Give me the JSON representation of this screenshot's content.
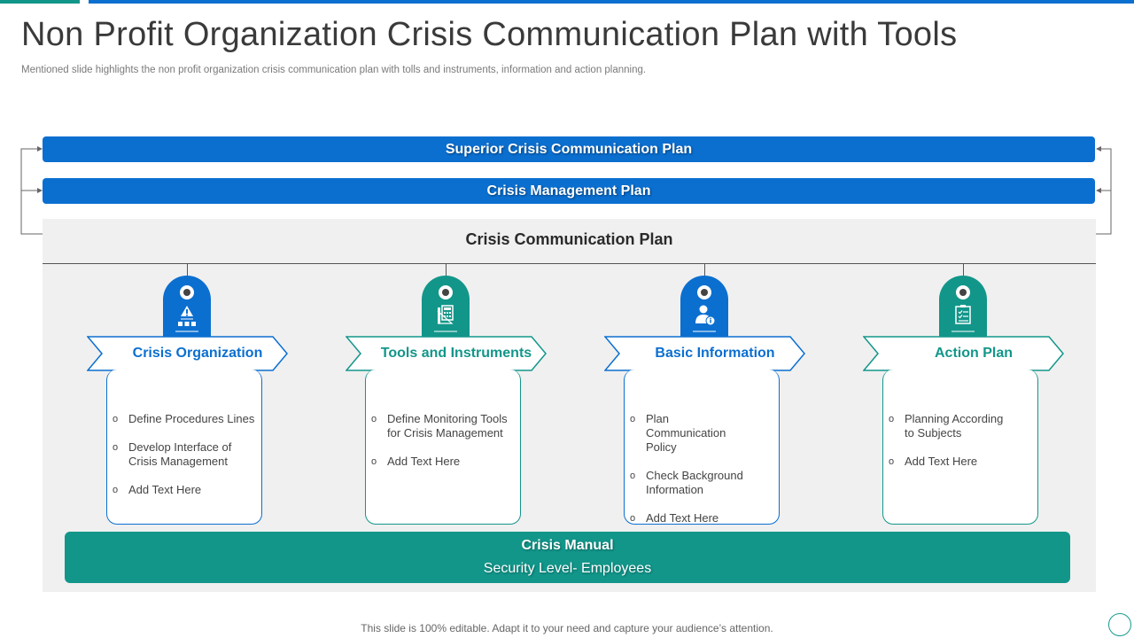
{
  "header": {
    "title": "Non Profit Organization Crisis Communication Plan with Tools",
    "subtitle": "Mentioned slide highlights the non profit organization crisis communication plan with tolls and instruments, information and action planning."
  },
  "bars": {
    "superior": "Superior Crisis Communication Plan",
    "management": "Crisis Management Plan"
  },
  "panel": {
    "title": "Crisis Communication Plan"
  },
  "columns": [
    {
      "title": "Crisis Organization",
      "color": "#0b6fd0",
      "icon": "warning-network-icon",
      "items": [
        "Define Procedures Lines",
        "Develop Interface of Crisis Management",
        "Add Text Here"
      ]
    },
    {
      "title": "Tools and Instruments",
      "color": "#12968a",
      "icon": "tools-calculator-icon",
      "items": [
        "Define Monitoring Tools for Crisis Management",
        "Add Text Here"
      ]
    },
    {
      "title": "Basic Information",
      "color": "#0b6fd0",
      "icon": "person-info-icon",
      "items": [
        "Plan Communication Policy",
        "Check Background Information",
        "Add Text Here"
      ]
    },
    {
      "title": "Action Plan",
      "color": "#12968a",
      "icon": "checklist-icon",
      "items": [
        "Planning According to Subjects",
        "Add Text Here"
      ]
    }
  ],
  "manual": {
    "title": "Crisis Manual",
    "subtitle": "Security Level- Employees"
  },
  "footer": {
    "text": "This slide is 100% editable. Adapt it to your need and capture your audience’s attention."
  }
}
